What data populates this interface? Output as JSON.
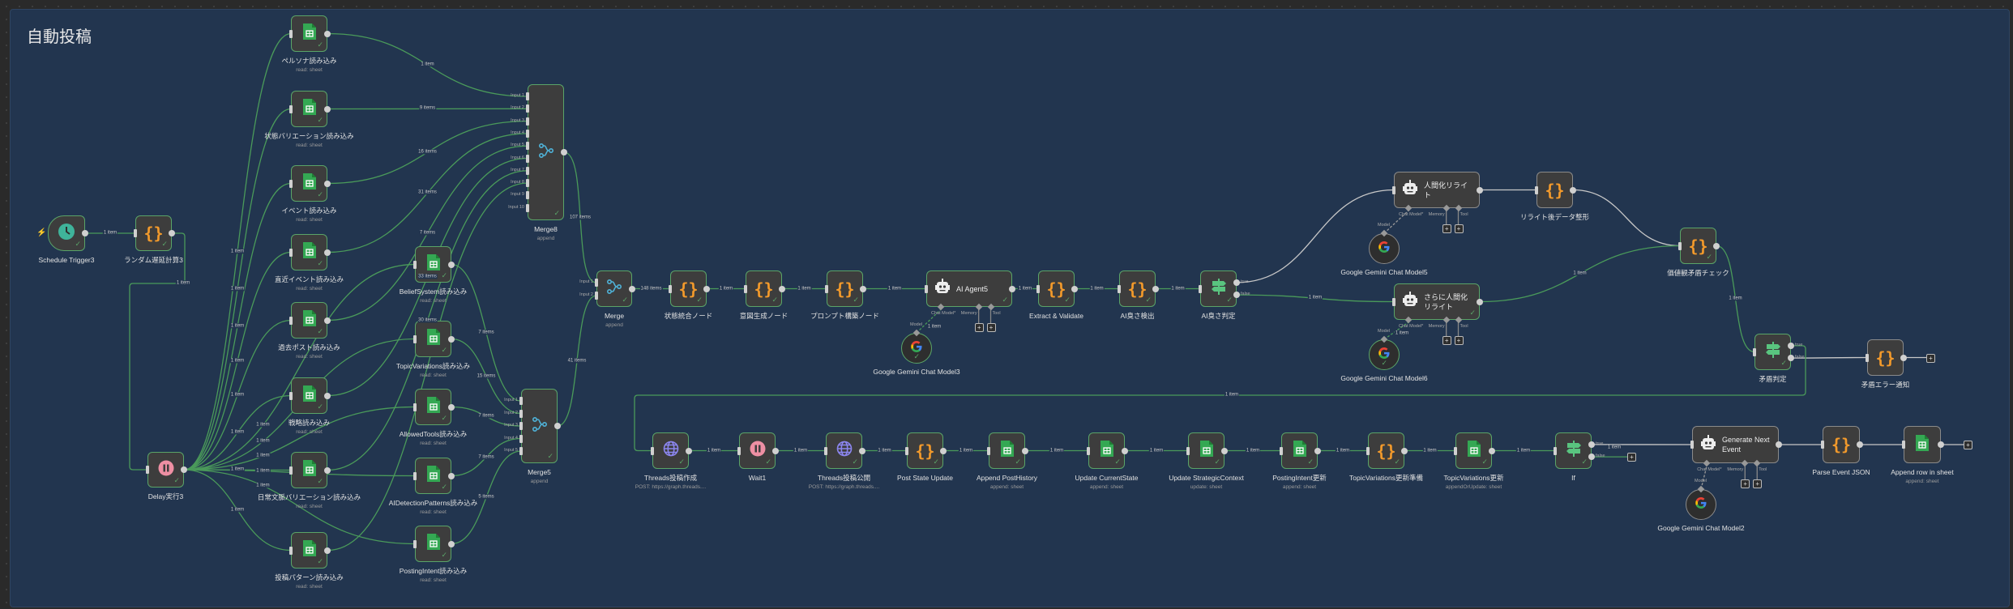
{
  "canvas": {
    "title": "自動投稿"
  },
  "agent_ports": {
    "chat_model": "Chat Model*",
    "memory": "Memory",
    "tool": "Tool",
    "model": "Model",
    "true": "true",
    "false": "false"
  },
  "colors": {
    "executed": "#5aa468",
    "idle": "#8a8a8a",
    "frame": "#22354f",
    "edge": "#4a9a5a",
    "edge_idle": "#c8c8c8"
  },
  "nodes": {
    "schedule": {
      "label": "Schedule Trigger3",
      "icon": "clock-icon",
      "executed": true
    },
    "random": {
      "label": "ランダム遅延計算3",
      "icon": "code-braces-icon",
      "executed": true
    },
    "delay": {
      "label": "Delay実行3",
      "icon": "pause-icon",
      "executed": true
    },
    "persona": {
      "label": "ペルソナ読み込み",
      "sub": "read: sheet",
      "icon": "google-sheets-icon",
      "executed": true
    },
    "statevar": {
      "label": "状態バリエーション読み込み",
      "sub": "read: sheet",
      "icon": "google-sheets-icon",
      "executed": true
    },
    "event": {
      "label": "イベント読み込み",
      "sub": "read: sheet",
      "icon": "google-sheets-icon",
      "executed": true
    },
    "recent": {
      "label": "直近イベント読み込み",
      "sub": "read: sheet",
      "icon": "google-sheets-icon",
      "executed": true
    },
    "pastpost": {
      "label": "過去ポスト読み込み",
      "sub": "read: sheet",
      "icon": "google-sheets-icon",
      "executed": true
    },
    "strategy": {
      "label": "戦略読み込み",
      "sub": "read: sheet",
      "icon": "google-sheets-icon",
      "executed": true
    },
    "daily": {
      "label": "日常文脈バリエーション読み込み",
      "sub": "read: sheet",
      "icon": "google-sheets-icon",
      "executed": true
    },
    "pattern": {
      "label": "投稿パターン読み込み",
      "sub": "read: sheet",
      "icon": "google-sheets-icon",
      "executed": true
    },
    "belief": {
      "label": "BeliefSystem読み込み",
      "sub": "read: sheet",
      "icon": "google-sheets-icon",
      "executed": true
    },
    "topicvar": {
      "label": "TopicVariations読み込み",
      "sub": "read: sheet",
      "icon": "google-sheets-icon",
      "executed": true
    },
    "allowed": {
      "label": "AllowedTools読み込み",
      "sub": "read: sheet",
      "icon": "google-sheets-icon",
      "executed": true
    },
    "aidetect": {
      "label": "AIDetectionPatterns読み込み",
      "sub": "read: sheet",
      "icon": "google-sheets-icon",
      "executed": true
    },
    "intent": {
      "label": "PostingIntent読み込み",
      "sub": "read: sheet",
      "icon": "google-sheets-icon",
      "executed": true
    },
    "merge8": {
      "label": "Merge8",
      "sub": "append",
      "icon": "merge-icon",
      "executed": true,
      "inputs": [
        "Input 1",
        "Input 2",
        "Input 3",
        "Input 4",
        "Input 5",
        "Input 6",
        "Input 7",
        "Input 8",
        "Input 9",
        "Input 10"
      ]
    },
    "merge5": {
      "label": "Merge5",
      "sub": "append",
      "icon": "merge-icon",
      "executed": true,
      "inputs": [
        "Input 1",
        "Input 2",
        "Input 3",
        "Input 4",
        "Input 5"
      ]
    },
    "merge": {
      "label": "Merge",
      "sub": "append",
      "icon": "merge-icon",
      "executed": true,
      "inputs": [
        "Input 1",
        "Input 2"
      ]
    },
    "stateint": {
      "label": "状態統合ノード",
      "icon": "code-braces-icon",
      "executed": true
    },
    "intentgen": {
      "label": "意図生成ノード",
      "icon": "code-braces-icon",
      "executed": true
    },
    "prompt": {
      "label": "プロンプト構築ノード",
      "icon": "code-braces-icon",
      "executed": true
    },
    "agent5": {
      "label": "AI Agent5",
      "icon": "robot-icon",
      "executed": true
    },
    "gemini3": {
      "label": "Google Gemini Chat Model3",
      "icon": "google-icon",
      "executed": true
    },
    "extract": {
      "label": "Extract & Validate",
      "icon": "code-braces-icon",
      "executed": true
    },
    "aidet2": {
      "label": "AI臭さ検出",
      "icon": "code-braces-icon",
      "executed": true
    },
    "aijudge": {
      "label": "AI臭さ判定",
      "icon": "if-signpost-icon",
      "executed": true
    },
    "humanize": {
      "label": "人間化リライト",
      "icon": "robot-icon",
      "executed": false
    },
    "gemini5": {
      "label": "Google Gemini Chat Model5",
      "icon": "google-icon",
      "executed": false
    },
    "rewritefmt": {
      "label": "リライト後データ整形",
      "icon": "code-braces-icon",
      "executed": false
    },
    "humanize2": {
      "label": "さらに人間化リライト",
      "icon": "robot-icon",
      "executed": true
    },
    "gemini6": {
      "label": "Google Gemini Chat Model6",
      "icon": "google-icon",
      "executed": true
    },
    "valuecheck": {
      "label": "価値観矛盾チェック",
      "icon": "code-braces-icon",
      "executed": true
    },
    "conflict": {
      "label": "矛盾判定",
      "icon": "if-signpost-icon",
      "executed": true
    },
    "conflicterr": {
      "label": "矛盾エラー通知",
      "icon": "code-braces-icon",
      "executed": false
    },
    "threadscreate": {
      "label": "Threads投稿作成",
      "sub": "POST: https://graph.threads....",
      "icon": "globe-icon",
      "executed": true
    },
    "wait1": {
      "label": "Wait1",
      "icon": "pause-icon",
      "executed": true
    },
    "threadspub": {
      "label": "Threads投稿公開",
      "sub": "POST: https://graph.threads....",
      "icon": "globe-icon",
      "executed": true
    },
    "poststate": {
      "label": "Post State Update",
      "icon": "code-braces-icon",
      "executed": true
    },
    "appendhist": {
      "label": "Append PostHistory",
      "sub": "append: sheet",
      "icon": "google-sheets-icon",
      "executed": true
    },
    "updcur": {
      "label": "Update CurrentState",
      "sub": "append: sheet",
      "icon": "google-sheets-icon",
      "executed": true
    },
    "updstrat": {
      "label": "Update StrategicContext",
      "sub": "update: sheet",
      "icon": "google-sheets-icon",
      "executed": true
    },
    "intentupd": {
      "label": "PostingIntent更新",
      "sub": "append: sheet",
      "icon": "google-sheets-icon",
      "executed": true
    },
    "topicprep": {
      "label": "TopicVariations更新準備",
      "icon": "code-braces-icon",
      "executed": true
    },
    "topicupd": {
      "label": "TopicVariations更新",
      "sub": "appendOrUpdate: sheet",
      "icon": "google-sheets-icon",
      "executed": true
    },
    "ifnode": {
      "label": "If",
      "icon": "if-signpost-icon",
      "executed": true
    },
    "genevent": {
      "label": "Generate Next Event",
      "icon": "robot-icon",
      "executed": false
    },
    "gemini2": {
      "label": "Google Gemini Chat Model2",
      "icon": "google-icon",
      "executed": false
    },
    "parse": {
      "label": "Parse Event JSON",
      "icon": "code-braces-icon",
      "executed": false
    },
    "appendrow": {
      "label": "Append row in sheet",
      "sub": "append: sheet",
      "icon": "google-sheets-icon",
      "executed": false
    }
  },
  "edges": [
    {
      "from": "schedule",
      "to": "random",
      "label": "1 item"
    },
    {
      "from": "random",
      "to": "delay",
      "label": "1 item"
    },
    {
      "from": "delay",
      "to": "persona",
      "label": "1 item"
    },
    {
      "from": "delay",
      "to": "statevar",
      "label": "1 item"
    },
    {
      "from": "delay",
      "to": "event",
      "label": "1 item"
    },
    {
      "from": "delay",
      "to": "recent",
      "label": "1 item"
    },
    {
      "from": "delay",
      "to": "pastpost",
      "label": "1 item"
    },
    {
      "from": "delay",
      "to": "strategy",
      "label": "1 item"
    },
    {
      "from": "delay",
      "to": "daily",
      "label": "1 item"
    },
    {
      "from": "delay",
      "to": "pattern",
      "label": "1 item"
    },
    {
      "from": "delay",
      "to": "belief",
      "label": "1 item"
    },
    {
      "from": "delay",
      "to": "topicvar",
      "label": "1 item"
    },
    {
      "from": "delay",
      "to": "allowed",
      "label": "1 item"
    },
    {
      "from": "delay",
      "to": "aidetect",
      "label": "1 item"
    },
    {
      "from": "delay",
      "to": "intent",
      "label": "1 item"
    },
    {
      "from": "persona",
      "to": "merge8",
      "in": 0,
      "label": "1 item"
    },
    {
      "from": "statevar",
      "to": "merge8",
      "in": 1,
      "label": "9 items"
    },
    {
      "from": "event",
      "to": "merge8",
      "in": 2,
      "label": "16 items"
    },
    {
      "from": "recent",
      "to": "merge8",
      "in": 3,
      "label": "31 items"
    },
    {
      "from": "pastpost",
      "to": "merge8",
      "in": 4,
      "label": "7 items"
    },
    {
      "from": "strategy",
      "to": "merge8",
      "in": 5,
      "label": "33 items"
    },
    {
      "from": "daily",
      "to": "merge8",
      "in": 6,
      "label": "30 items"
    },
    {
      "from": "pattern",
      "to": "merge8",
      "in": 7,
      "label": ""
    },
    {
      "from": "belief",
      "to": "merge5",
      "in": 0,
      "label": "7 items"
    },
    {
      "from": "topicvar",
      "to": "merge5",
      "in": 1,
      "label": "15 items"
    },
    {
      "from": "allowed",
      "to": "merge5",
      "in": 2,
      "label": "7 items"
    },
    {
      "from": "aidetect",
      "to": "merge5",
      "in": 3,
      "label": "7 items"
    },
    {
      "from": "intent",
      "to": "merge5",
      "in": 4,
      "label": "5 items"
    },
    {
      "from": "merge8",
      "to": "merge",
      "in": 0,
      "label": "107 items"
    },
    {
      "from": "merge5",
      "to": "merge",
      "in": 1,
      "label": "41 items"
    },
    {
      "from": "merge",
      "to": "stateint",
      "label": "148 items"
    },
    {
      "from": "stateint",
      "to": "intentgen",
      "label": "1 item"
    },
    {
      "from": "intentgen",
      "to": "prompt",
      "label": "1 item"
    },
    {
      "from": "prompt",
      "to": "agent5",
      "label": "1 item"
    },
    {
      "from": "agent5",
      "to": "extract",
      "label": "1 item"
    },
    {
      "from": "extract",
      "to": "aidet2",
      "label": "1 item"
    },
    {
      "from": "aidet2",
      "to": "aijudge",
      "label": "1 item"
    },
    {
      "from": "aijudge",
      "out": "true",
      "to": "humanize",
      "label": ""
    },
    {
      "from": "aijudge",
      "out": "false",
      "to": "humanize2",
      "label": "1 item"
    },
    {
      "from": "humanize",
      "to": "rewritefmt",
      "label": ""
    },
    {
      "from": "rewritefmt",
      "to": "valuecheck",
      "label": ""
    },
    {
      "from": "humanize2",
      "to": "valuecheck",
      "label": "1 item"
    },
    {
      "from": "valuecheck",
      "to": "conflict",
      "label": "1 item"
    },
    {
      "from": "conflict",
      "out": "false",
      "to": "conflicterr",
      "label": ""
    },
    {
      "from": "conflict",
      "out": "true",
      "to": "threadscreate",
      "label": "1 item"
    },
    {
      "from": "threadscreate",
      "to": "wait1",
      "label": "1 item"
    },
    {
      "from": "wait1",
      "to": "threadspub",
      "label": "1 item"
    },
    {
      "from": "threadspub",
      "to": "poststate",
      "label": "1 item"
    },
    {
      "from": "poststate",
      "to": "appendhist",
      "label": "1 item"
    },
    {
      "from": "appendhist",
      "to": "updcur",
      "label": "1 item"
    },
    {
      "from": "updcur",
      "to": "updstrat",
      "label": "1 item"
    },
    {
      "from": "updstrat",
      "to": "intentupd",
      "label": "1 item"
    },
    {
      "from": "intentupd",
      "to": "topicprep",
      "label": "1 item"
    },
    {
      "from": "topicprep",
      "to": "topicupd",
      "label": "1 item"
    },
    {
      "from": "topicupd",
      "to": "ifnode",
      "label": "1 item"
    },
    {
      "from": "ifnode",
      "out": "true",
      "to": "genevent",
      "label": ""
    },
    {
      "from": "genevent",
      "to": "parse",
      "label": ""
    },
    {
      "from": "parse",
      "to": "appendrow",
      "label": ""
    }
  ],
  "sub_links": [
    {
      "from": "gemini3",
      "to": "agent5",
      "label": "1 item"
    },
    {
      "from": "gemini5",
      "to": "humanize",
      "label": ""
    },
    {
      "from": "gemini6",
      "to": "humanize2",
      "label": "1 item"
    },
    {
      "from": "gemini2",
      "to": "genevent",
      "label": ""
    }
  ],
  "dangling": [
    {
      "from": "ifnode",
      "out": "false",
      "label": "1 item"
    },
    {
      "from": "conflicterr",
      "label": ""
    },
    {
      "from": "appendrow",
      "label": ""
    }
  ],
  "plus_symbol": "+"
}
